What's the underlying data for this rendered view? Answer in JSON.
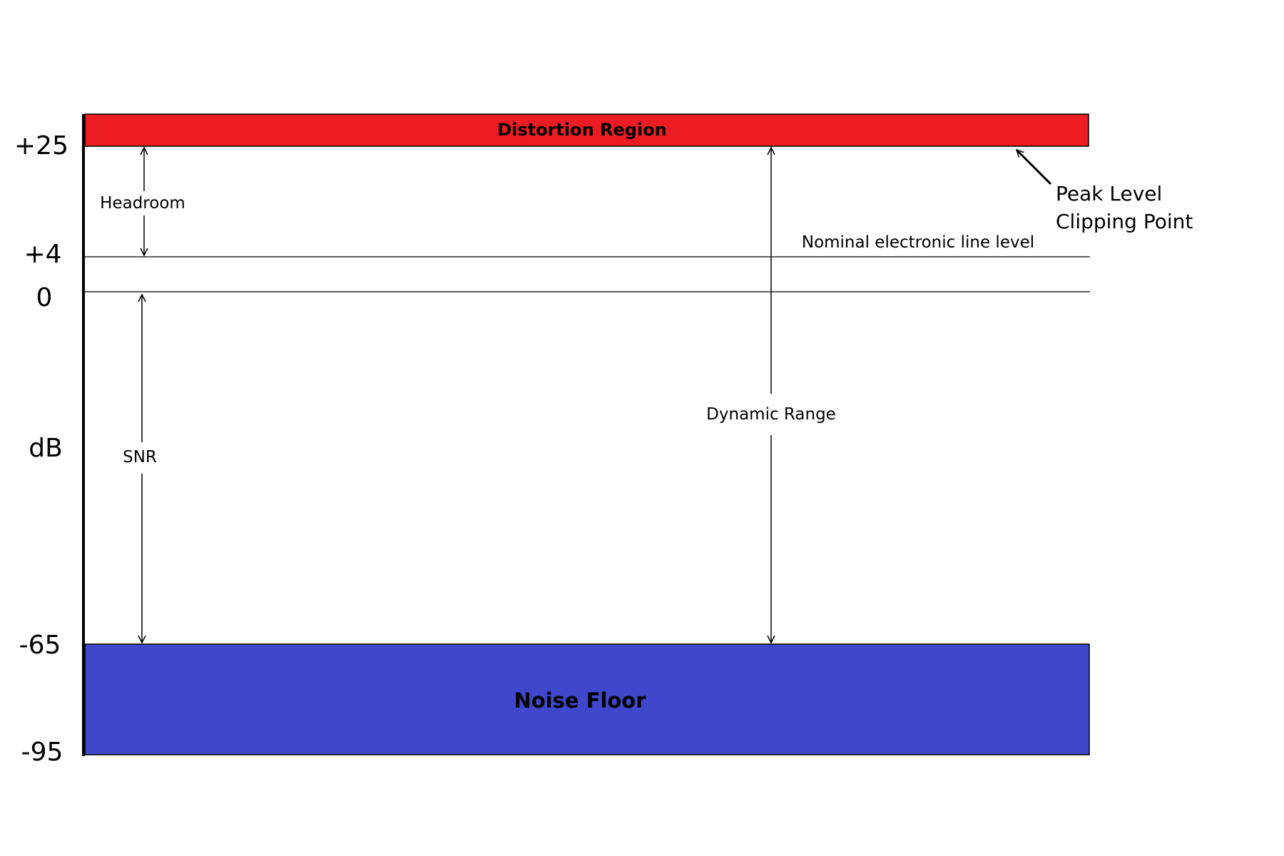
{
  "axis": {
    "unit_label": "dB",
    "ticks": [
      "+25",
      "+4",
      "0",
      "-65",
      "-95"
    ]
  },
  "regions": {
    "distortion": {
      "label": "Distortion Region",
      "color": "#ED1C24"
    },
    "noise_floor": {
      "label": "Noise Floor",
      "color": "#3F48CC"
    }
  },
  "levels": {
    "nominal_line_label": "Nominal electronic line level"
  },
  "measures": {
    "headroom": "Headroom",
    "snr": "SNR",
    "dynamic_range": "Dynamic Range"
  },
  "peak_annotation": {
    "line1": "Peak Level",
    "line2": "Clipping Point"
  }
}
